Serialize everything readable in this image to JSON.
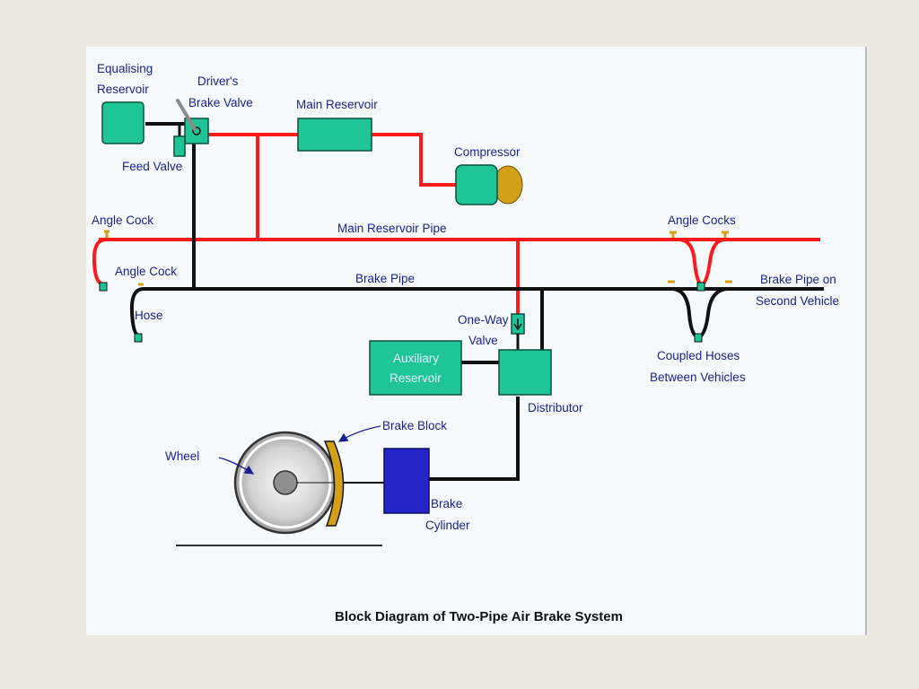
{
  "diagram": {
    "caption": "Block Diagram of Two-Pipe Air Brake System",
    "labels": {
      "equalising_reservoir_1": "Equalising",
      "equalising_reservoir_2": "Reservoir",
      "drivers_brake_valve_1": "Driver's",
      "drivers_brake_valve_2": "Brake Valve",
      "main_reservoir": "Main Reservoir",
      "compressor": "Compressor",
      "feed_valve": "Feed Valve",
      "angle_cock_top": "Angle Cock",
      "main_reservoir_pipe": "Main Reservoir Pipe",
      "angle_cocks": "Angle Cocks",
      "angle_cock_lower": "Angle Cock",
      "brake_pipe": "Brake Pipe",
      "brake_pipe_second_1": "Brake Pipe on",
      "brake_pipe_second_2": "Second Vehicle",
      "hose": "Hose",
      "one_way_valve_1": "One-Way",
      "one_way_valve_2": "Valve",
      "auxiliary_reservoir_1": "Auxiliary",
      "auxiliary_reservoir_2": "Reservoir",
      "coupled_hoses_1": "Coupled Hoses",
      "coupled_hoses_2": "Between Vehicles",
      "distributor": "Distributor",
      "brake_block": "Brake Block",
      "wheel": "Wheel",
      "brake_cylinder_1": "Brake",
      "brake_cylinder_2": "Cylinder"
    },
    "colors": {
      "main_reservoir_pipe": "#FF1A1A",
      "brake_pipe": "#111111",
      "component_green": "#1FC497",
      "brake_cylinder": "#2424C8",
      "brake_block": "#D4A017",
      "compressor_dome": "#D4A017",
      "label_text": "#1A1F8F"
    }
  }
}
